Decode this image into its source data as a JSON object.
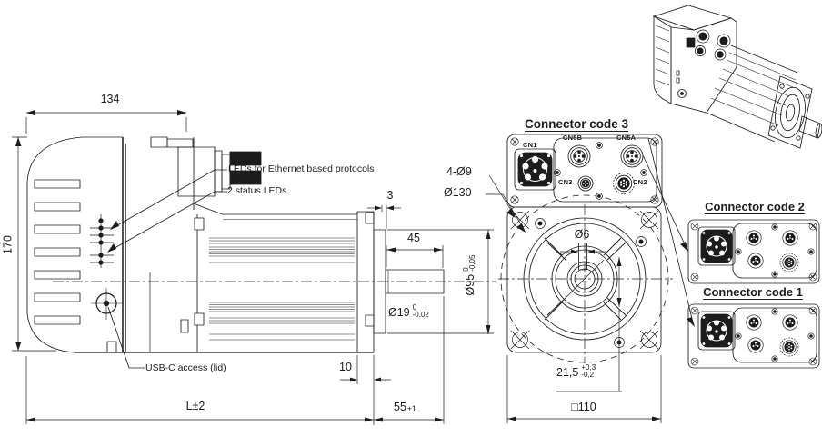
{
  "side_view": {
    "dim_width_top": "134",
    "dim_height_left": "170",
    "dim_boss_depth": "3",
    "dim_shaft_length": "45",
    "dim_shaft_dia": {
      "value": "Ø19",
      "tol_top": "0",
      "tol_bottom": "-0,02"
    },
    "dim_boss_dia": {
      "value": "Ø95",
      "tol_top": "0",
      "tol_bottom": "-0,05"
    },
    "dim_flange_thickness": "10",
    "dim_total_length": "L±2",
    "dim_front_length": {
      "value": "55",
      "tol": "±1"
    },
    "label_ethernet_leds": "LEDs for Ethernet based protocols",
    "label_status_leds": "2 status LEDs",
    "label_usbc": "USB-C access (lid)"
  },
  "front_view": {
    "title": "Connector code 3",
    "dim_corner_holes": "4-Ø9",
    "dim_bolt_circle": "Ø130",
    "dim_center_hole": "Ø6",
    "dim_key": {
      "value": "21,5",
      "tol_top": "+0,3",
      "tol_bottom": "-0,2"
    },
    "dim_square": "□110",
    "connectors": {
      "cn1": "CN1",
      "cn5b": "CN5B",
      "cn5a": "CN5A",
      "cn3": "CN3",
      "cn2": "CN2"
    }
  },
  "panels": {
    "code2_title": "Connector code 2",
    "code1_title": "Connector code 1"
  },
  "colors": {
    "line": "#1c1c1c",
    "background": "#ffffff"
  }
}
